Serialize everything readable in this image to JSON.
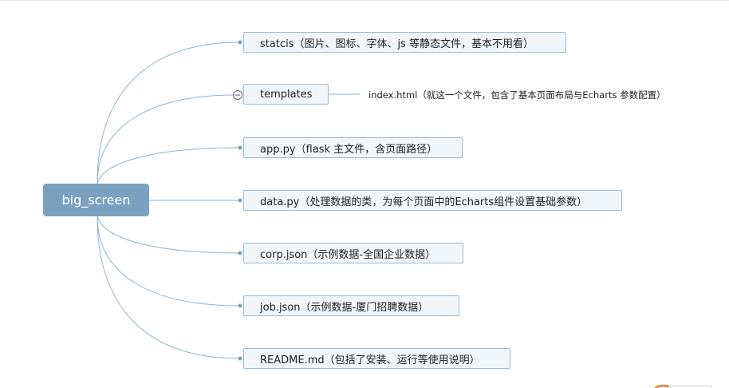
{
  "root": {
    "label": "big_screen"
  },
  "nodes": [
    {
      "label": "statcis（图片、图标、字体、js 等静态文件，基本不用看）"
    },
    {
      "label": "templates"
    },
    {
      "label": "app.py（flask 主文件，含页面路径）"
    },
    {
      "label": "data.py（处理数据的类，为每个页面中的Echarts组件设置基础参数）"
    },
    {
      "label": "corp.json（示例数据-全国企业数据）"
    },
    {
      "label": "job.json（示例数据-厦门招聘数据）"
    },
    {
      "label": "README.md（包括了安装、运行等使用说明）"
    }
  ],
  "templates_child": {
    "label": "index.html（就这一个文件，包含了基本页面布局与Echarts 参数配置）"
  },
  "colors": {
    "root_fill": "#7aa2c0",
    "node_fill": "#f0f6fa",
    "node_border": "#9bbbd3",
    "link": "#8fb3cc",
    "accent_mark": "#f07a3a"
  }
}
